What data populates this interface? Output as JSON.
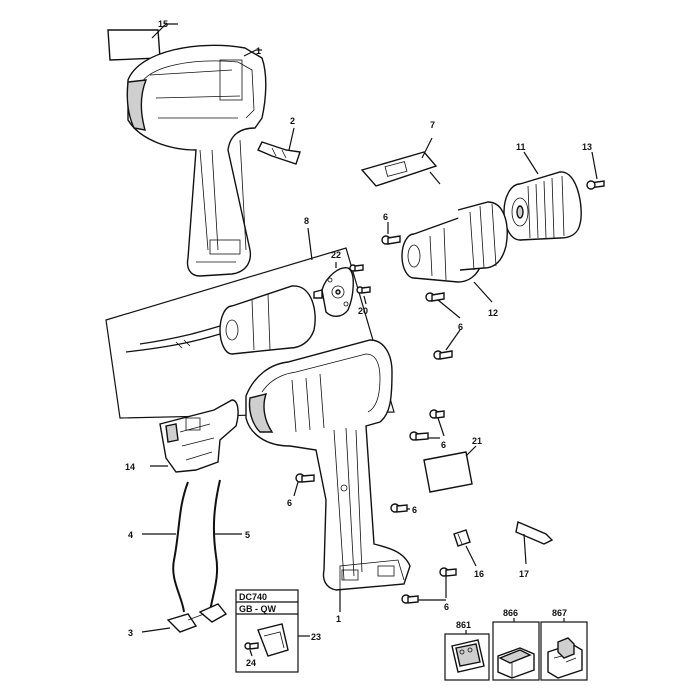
{
  "diagram": {
    "callouts": {
      "c15": "15",
      "c1a": "1",
      "c2": "2",
      "c7": "7",
      "c11": "11",
      "c13": "13",
      "c8": "8",
      "c6a": "6",
      "c22": "22",
      "c20": "20",
      "c12": "12",
      "c6b": "6",
      "c14": "14",
      "c6c": "6",
      "c21": "21",
      "c6d": "6",
      "c6e": "6",
      "c4": "4",
      "c5": "5",
      "c16": "16",
      "c17": "17",
      "c6f": "6",
      "c1b": "1",
      "c3": "3",
      "c23": "23",
      "c24": "24",
      "c861": "861",
      "c866": "866",
      "c867": "867"
    },
    "model_box": {
      "model": "DC740",
      "region": "GB - QW"
    }
  }
}
